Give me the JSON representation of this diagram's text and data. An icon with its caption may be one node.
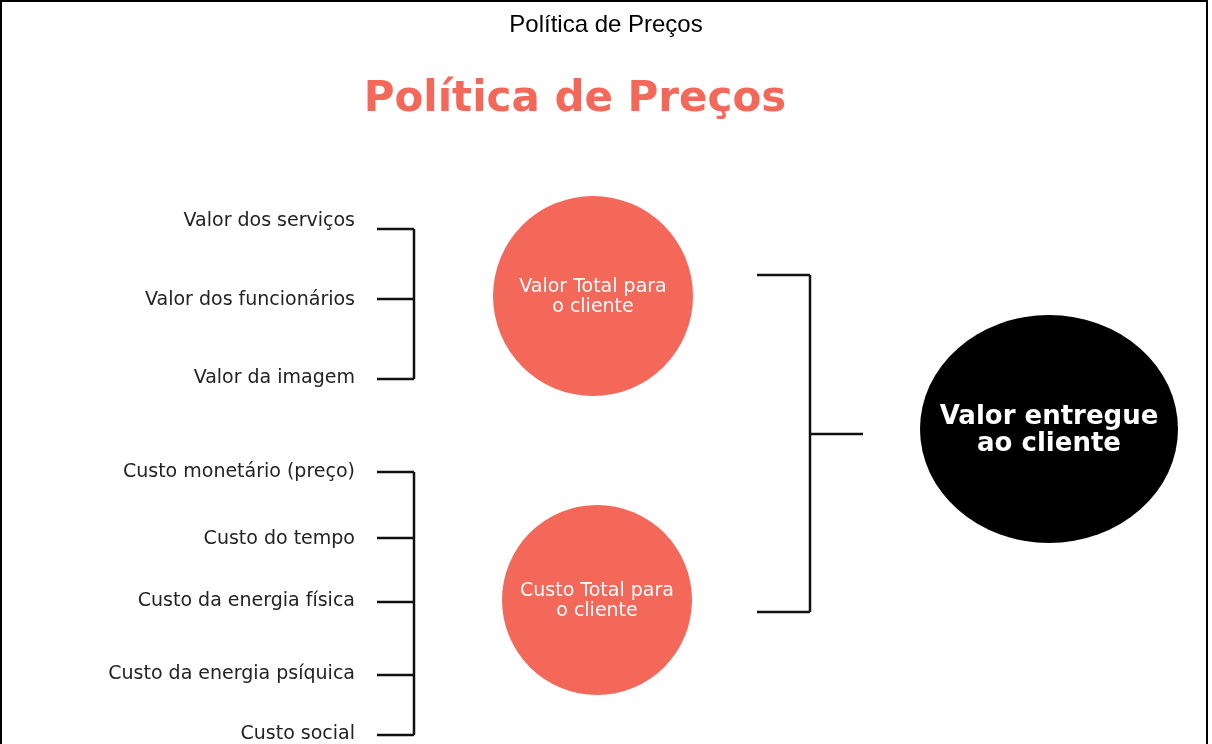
{
  "diagram": {
    "title": "Política de Preços",
    "nodes": [
      {
        "text": [
          "Valor Total para o cliente"
        ]
      },
      {
        "text": [
          "Custo Total para o cliente"
        ]
      },
      {
        "text": [
          "Valor entregue ao cliente"
        ]
      }
    ],
    "edges": [],
    "labels": [
      "Política de Preços",
      "Valor dos serviços",
      "Valor dos funcionários",
      "Valor da imagem",
      "Custo monetário (preço)",
      "Custo do tempo",
      "Custo da energia física",
      "Custo da energia psíquica",
      "Custo social"
    ]
  }
}
